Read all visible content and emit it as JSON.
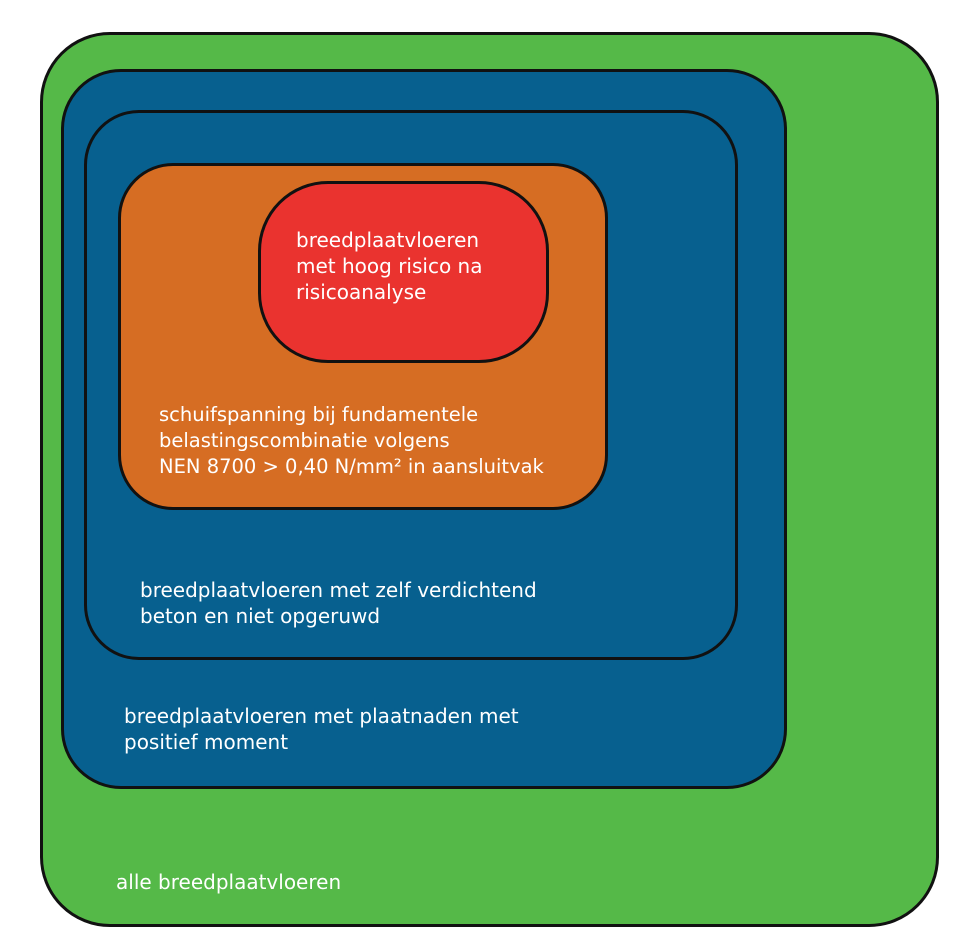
{
  "diagram": {
    "type": "nested-sets",
    "regions": {
      "all": {
        "label": "alle breedplaatvloeren",
        "color": "#55b948"
      },
      "plaatnaden": {
        "label": "breedplaatvloeren met plaatnaden met\npositief moment",
        "color": "#07608f"
      },
      "zvb": {
        "label": "breedplaatvloeren met zelf verdichtend\nbeton en niet opgeruwd",
        "color": "#07608f"
      },
      "schuif": {
        "label": "schuifspanning bij fundamentele\nbelastingscombinatie volgens\nNEN 8700 > 0,40 N/mm² in aansluitvak",
        "color": "#d66d23"
      },
      "risico": {
        "label": "breedplaatvloeren\nmet hoog risico na\nrisicoanalyse",
        "color": "#ea332f"
      }
    }
  }
}
